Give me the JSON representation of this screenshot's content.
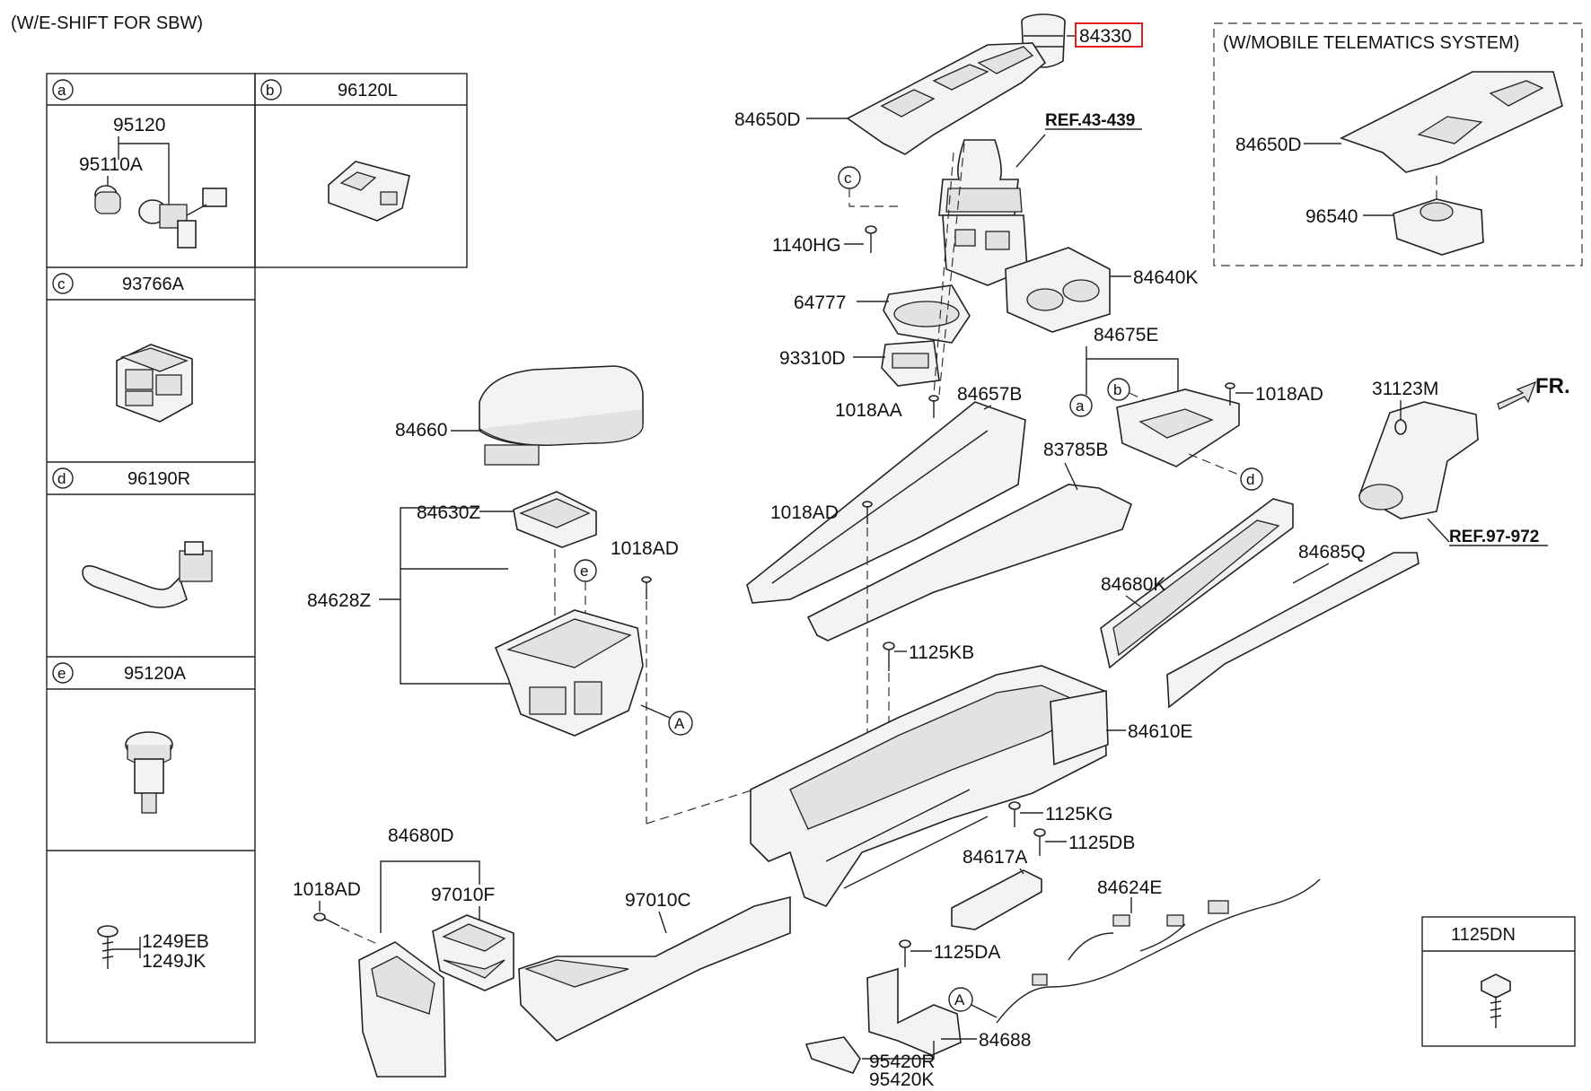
{
  "title": "(W/E-SHIFT FOR SBW)",
  "inset_title": "(W/MOBILE TELEMATICS SYSTEM)",
  "front_label": "FR.",
  "highlight_color": "#e02020",
  "legend": {
    "a_letter": "a",
    "a_title": "",
    "a_p1": "95120",
    "a_p2": "95110A",
    "b_letter": "b",
    "b_title": "96120L",
    "c_letter": "c",
    "c_title": "93766A",
    "d_letter": "d",
    "d_title": "96190R",
    "e_letter": "e",
    "e_title": "95120A",
    "f_p1": "1249EB",
    "f_p2": "1249JK"
  },
  "box_1125dn": "1125DN",
  "refs": {
    "r1": "REF.43-439",
    "r2": "REF.97-972"
  },
  "labels": {
    "p84330": "84330",
    "p84650D": "84650D",
    "p1140HG": "1140HG",
    "p64777": "64777",
    "p93310D": "93310D",
    "p1018AA": "1018AA",
    "p84640K": "84640K",
    "p84675E": "84675E",
    "p1018AD_top": "1018AD",
    "p84657B": "84657B",
    "p83785B": "83785B",
    "p84660": "84660",
    "p84630Z": "84630Z",
    "p84628Z": "84628Z",
    "p1018AD_mid": "1018AD",
    "p1018AD_left": "1018AD",
    "p1125KB": "1125KB",
    "p84680K": "84680K",
    "p84685Q": "84685Q",
    "p31123M": "31123M",
    "p84610E": "84610E",
    "p1125KG": "1125KG",
    "p1125DB": "1125DB",
    "p84617A": "84617A",
    "p84624E": "84624E",
    "p84680D": "84680D",
    "p1018AD_bot": "1018AD",
    "p97010F": "97010F",
    "p97010C": "97010C",
    "p1125DA": "1125DA",
    "p84688": "84688",
    "p95420R": "95420R",
    "p95420K": "95420K",
    "inset_84650D": "84650D",
    "inset_96540": "96540"
  },
  "callouts": {
    "c": "c",
    "a": "a",
    "b": "b",
    "d": "d",
    "e": "e",
    "A1": "A",
    "A2": "A"
  }
}
